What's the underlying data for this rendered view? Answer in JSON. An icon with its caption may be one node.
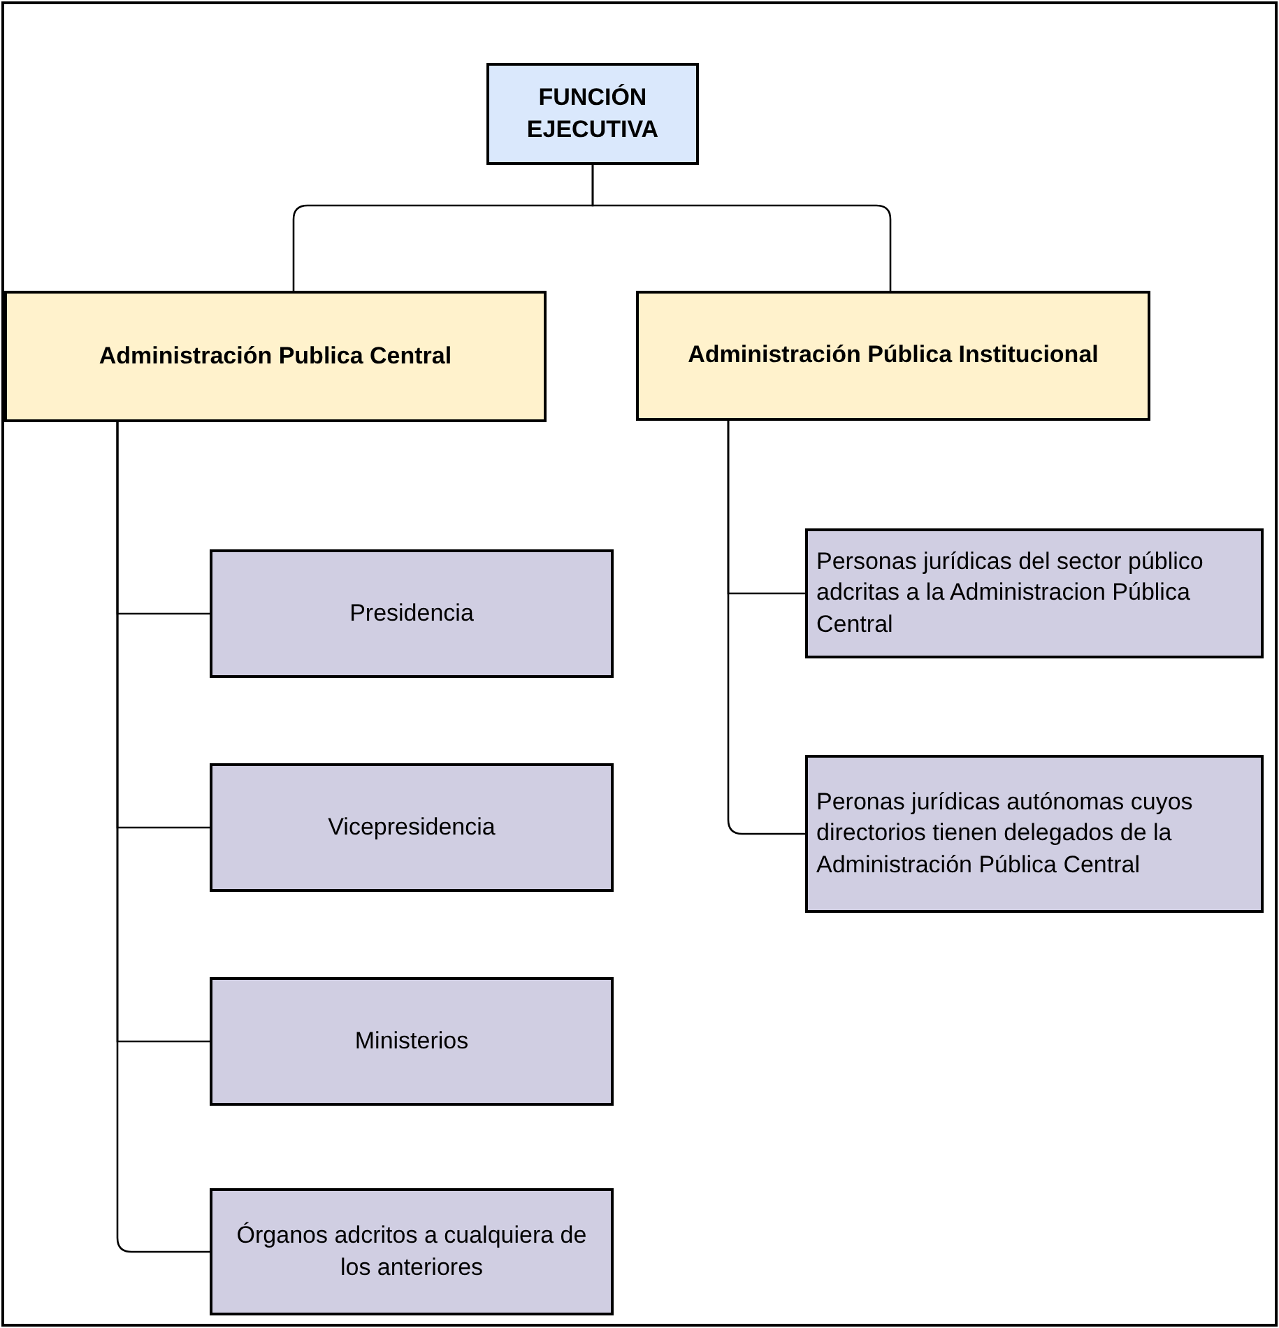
{
  "diagram": {
    "nodes": [
      {
        "text": [
          "FUNCIÓN EJECUTIVA"
        ]
      },
      {
        "text": [
          "Administración Publica Central"
        ]
      },
      {
        "text": [
          "Administración Pública Institucional"
        ]
      },
      {
        "text": [
          "Presidencia"
        ]
      },
      {
        "text": [
          "Vicepresidencia"
        ]
      },
      {
        "text": [
          "Ministerios"
        ]
      },
      {
        "text": [
          "Órganos adcritos a cualquiera de los anteriores"
        ]
      },
      {
        "text": [
          "Personas jurídicas del sector público adcritas a la Administracion Pública Central"
        ]
      },
      {
        "text": [
          "Peronas jurídicas autónomas cuyos directorios tienen delegados de la Administración Pública Central"
        ]
      }
    ],
    "edges": [
      {
        "from": 0,
        "to": 1,
        "arrow": "none"
      },
      {
        "from": 0,
        "to": 2,
        "arrow": "none"
      },
      {
        "from": 1,
        "to": 3,
        "arrow": "none"
      },
      {
        "from": 1,
        "to": 4,
        "arrow": "none"
      },
      {
        "from": 1,
        "to": 5,
        "arrow": "none"
      },
      {
        "from": 1,
        "to": 6,
        "arrow": "none"
      },
      {
        "from": 2,
        "to": 7,
        "arrow": "none"
      },
      {
        "from": 2,
        "to": 8,
        "arrow": "none"
      }
    ]
  }
}
